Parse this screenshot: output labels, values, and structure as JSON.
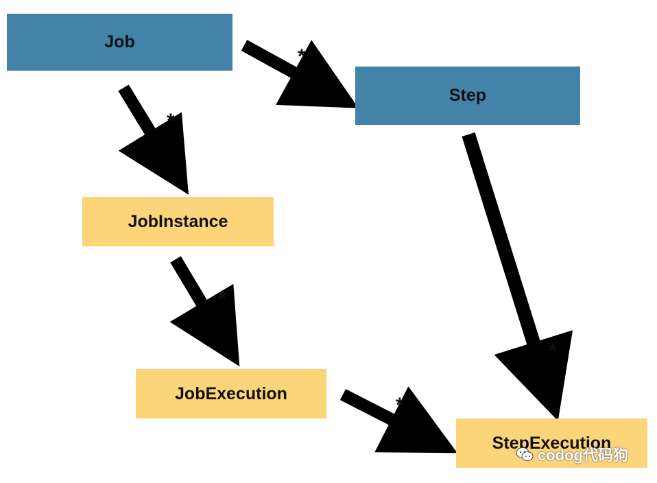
{
  "nodes": {
    "job": "Job",
    "step": "Step",
    "job_instance": "JobInstance",
    "job_execution": "JobExecution",
    "step_execution": "StepExecution"
  },
  "multiplicity": {
    "job_to_step": "*",
    "job_to_job_instance": "*",
    "job_instance_to_job_execution": "*",
    "step_to_step_execution": "*",
    "job_execution_to_step_execution": "*"
  },
  "colors": {
    "blue_entity": "#4283a7",
    "yellow_entity": "#fcd47a",
    "arrow": "#000000"
  },
  "watermark": {
    "text": "codog代码狗",
    "icon": "wechat-icon"
  }
}
